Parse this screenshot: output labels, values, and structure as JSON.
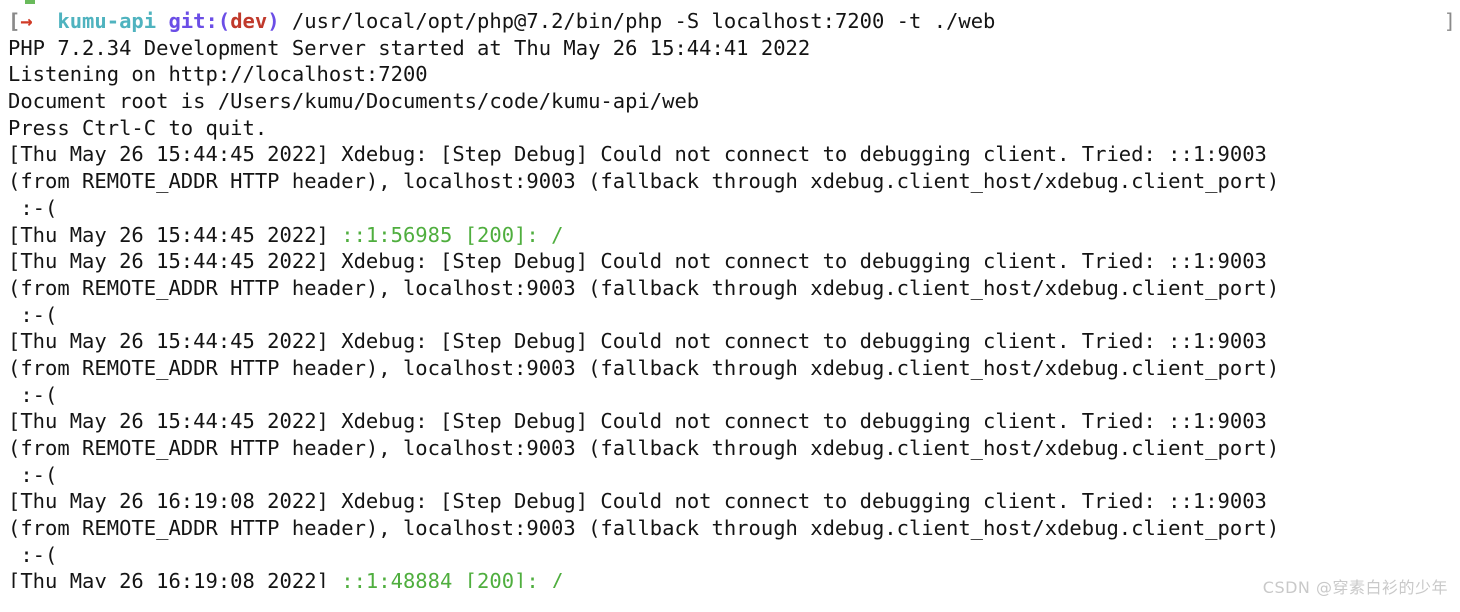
{
  "terminal": {
    "background_color": "#ffffff",
    "foreground_color": "#141414",
    "success_color": "#4fae3e",
    "prompt": {
      "open_bracket": "[",
      "arrow": "→",
      "repo": "kumu-api",
      "git_label": "git:",
      "paren_open": "(",
      "branch": "dev",
      "paren_close": ")",
      "command": " /usr/local/opt/php@7.2/bin/php -S localhost:7200 -t ./web",
      "right_bracket": "]"
    },
    "lines": [
      "PHP 7.2.34 Development Server started at Thu May 26 15:44:41 2022",
      "Listening on http://localhost:7200",
      "Document root is /Users/kumu/Documents/code/kumu-api/web",
      "Press Ctrl-C to quit.",
      "[Thu May 26 15:44:45 2022] Xdebug: [Step Debug] Could not connect to debugging client. Tried: ::1:9003",
      "(from REMOTE_ADDR HTTP header), localhost:9003 (fallback through xdebug.client_host/xdebug.client_port)",
      " :-("
    ],
    "request_line_1": {
      "timestamp": "[Thu May 26 15:44:45 2022] ",
      "request": "::1:56985 [200]: /"
    },
    "xdebug_block": {
      "head_prefix": "[Thu May 26 15:44:45 2022] ",
      "head_prefix_late": "[Thu May 26 16:19:08 2022] ",
      "head_body": "Xdebug: [Step Debug] Could not connect to debugging client. Tried: ::1:9003",
      "wrap": "(from REMOTE_ADDR HTTP header), localhost:9003 (fallback through xdebug.client_host/xdebug.client_port)",
      "sad": " :-("
    },
    "request_line_last": {
      "timestamp": "[Thu May 26 16:19:08 2022] ",
      "request": "::1:48884 [200]: /"
    }
  },
  "watermark": {
    "text": "CSDN @穿素白衫的少年"
  }
}
